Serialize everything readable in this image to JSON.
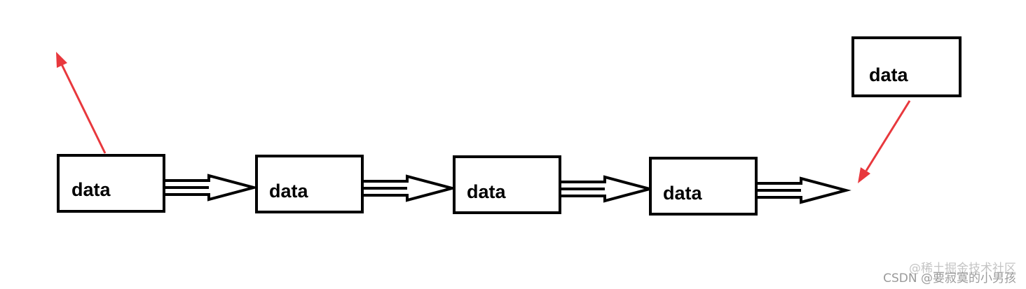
{
  "nodes": [
    {
      "label": "data"
    },
    {
      "label": "data"
    },
    {
      "label": "data"
    },
    {
      "label": "data"
    },
    {
      "label": "data"
    }
  ],
  "colors": {
    "stroke": "#000000",
    "pointer_arrow": "#e8383d",
    "watermark": "#9a9a9a"
  },
  "watermark": {
    "back_text": "@稀土掘金技术社区",
    "front_text": "CSDN @要寂寞的小男孩"
  }
}
